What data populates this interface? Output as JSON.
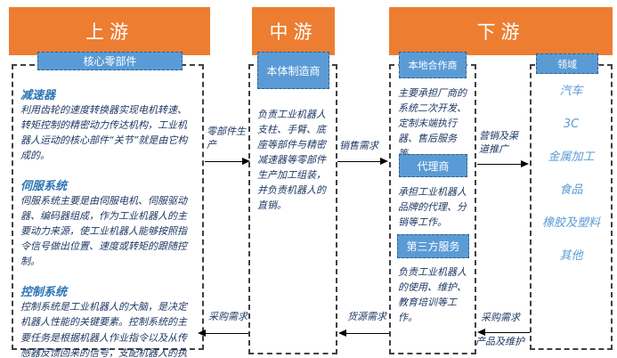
{
  "colors": {
    "orange": "#ED7D31",
    "blue_fill": "#5B9BD5",
    "blue_border": "#2F5F8F",
    "heading_blue": "#2E75B6",
    "body_text": "#1F3864",
    "list_blue": "#5B9BD5"
  },
  "upstream": {
    "header": "上游",
    "tab": "核心零部件",
    "sections": [
      {
        "title": "减速器",
        "body": "利用齿轮的速度转换器实现电机转速、转矩控制的精密动力传达机构，工业机器人运动的核心部件“关节”就是由它构成的。"
      },
      {
        "title": "伺服系统",
        "body": "伺服系统主要是由伺服电机、伺服驱动器、编码器组成，作为工业机器人的主要动力来源，使工业机器人能够按照指令信号做出位置、速度或转矩的跟随控制。"
      },
      {
        "title": "控制系统",
        "body": "控制系统是工业机器人的大脑，是决定机器人性能的关键要素。控制系统的主要任务是根据机器人作业指令以及从传感器反馈回来的信号，支配机器人的执行机构去完成规定的运动和功能。"
      }
    ]
  },
  "midstream": {
    "header": "中游",
    "tab": "本体制造商",
    "body": "负责工业机器人支柱、手臂、底座等部件与精密减速器等零部件生产加工组装，并负责机器人的直销。"
  },
  "downstream": {
    "header": "下游",
    "partners": {
      "tab": "本地合作商",
      "body": "主要承担厂商的系统二次开发、定制末端执行器、售后服务等。",
      "agent_tab": "代理商",
      "agent_body": "承担工业机器人品牌的代理、分销等工作。",
      "third_tab": "第三方服务",
      "third_body": "负责工业机器人的使用、维护、教育培训等工作。"
    },
    "fields": {
      "tab": "领域",
      "items": [
        "汽车",
        "3C",
        "金属加工",
        "食品",
        "橡胶及塑料",
        "其他"
      ]
    }
  },
  "arrows": {
    "parts_production": "零部件生产",
    "sales_demand": "销售需求",
    "marketing": "营销及渠道推广",
    "purchase_demand_left": "采购需求",
    "supply_demand": "货源需求",
    "purchase_demand_right": "采购需求",
    "product_maintenance": "产品及维护"
  }
}
